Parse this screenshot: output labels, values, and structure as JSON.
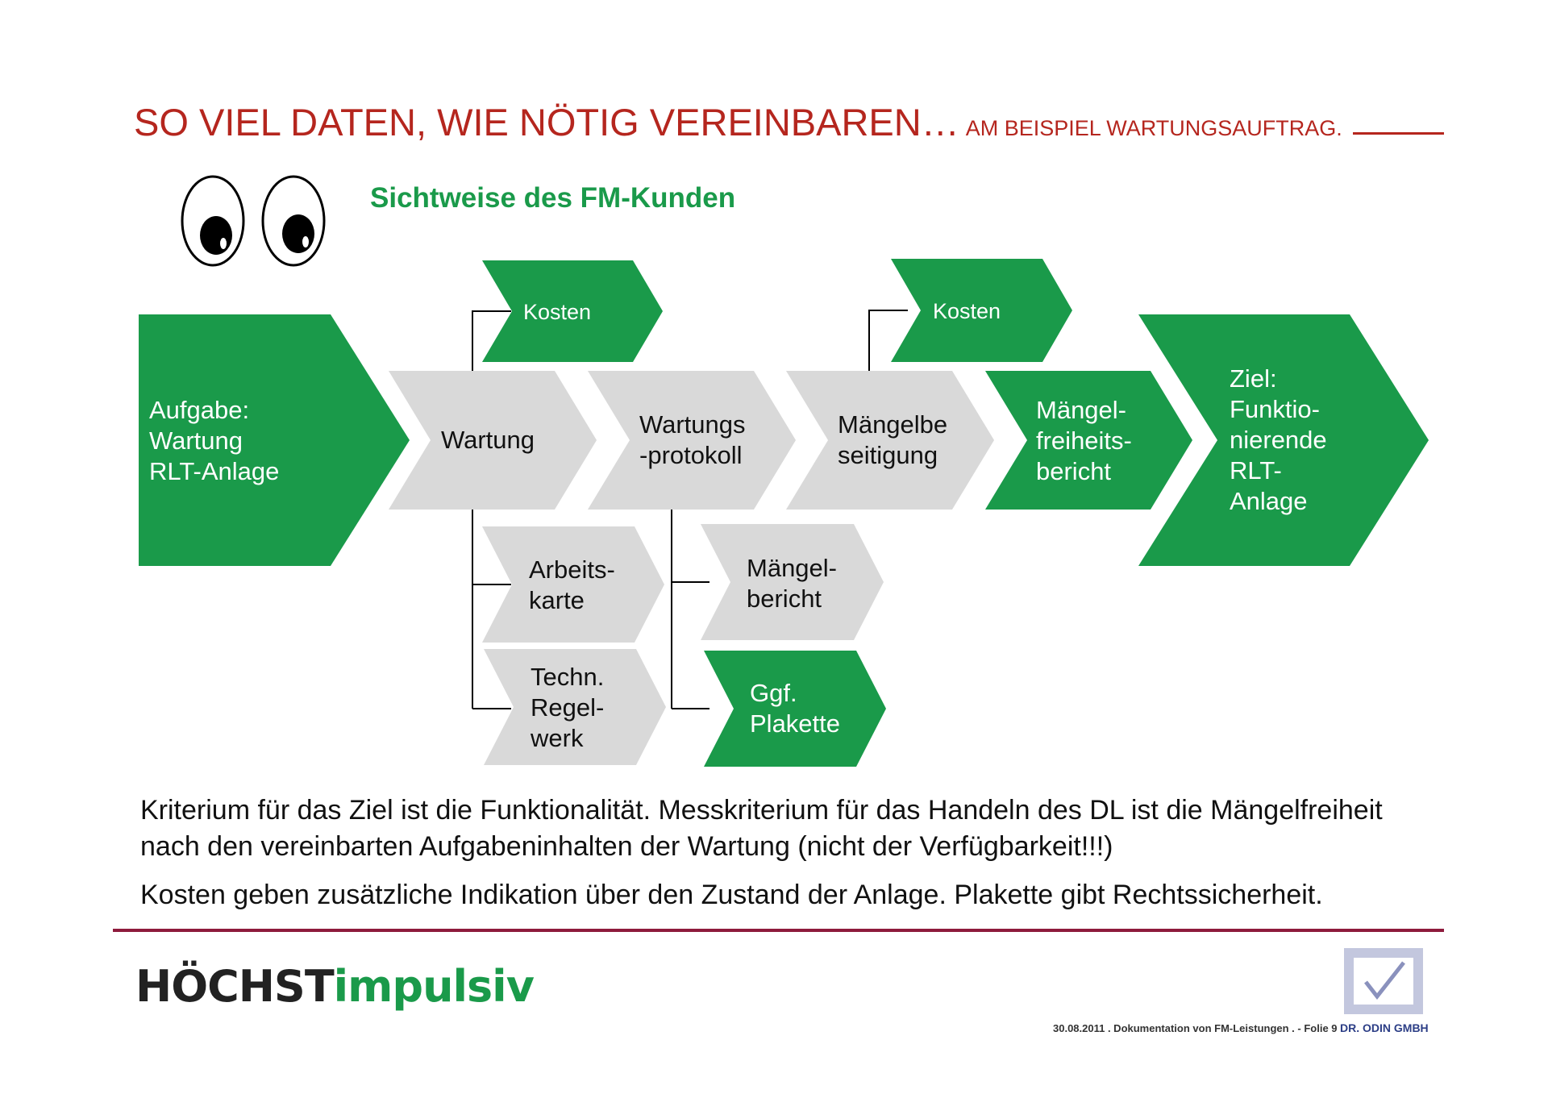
{
  "title": {
    "main": "SO VIEL DATEN, WIE NÖTIG VEREINBAREN…",
    "sub": "AM BEISPIEL WARTUNGSAUFTRAG."
  },
  "subtitle": "Sichtweise des FM-Kunden",
  "diagram": {
    "aufgabe": "Aufgabe:\nWartung\nRLT-Anlage",
    "wartung": "Wartung",
    "protokoll": "Wartungs\n-protokoll",
    "maengelbeseitigung": "Mängelbe\nseitigung",
    "maengelfreiheitsbericht": "Mängel-\nfreiheits-\nbericht",
    "ziel": "Ziel:\nFunktio-\nnierende\nRLT-\nAnlage",
    "kosten_1": "Kosten",
    "kosten_2": "Kosten",
    "arbeitskarte": "Arbeits-\nkarte",
    "regelwerk": "Techn.\nRegel-\nwerk",
    "maengelbericht": "Mängel-\nbericht",
    "plakette": "Ggf.\nPlakette"
  },
  "text": {
    "para1": "Kriterium für das Ziel ist die Funktionalität. Messkriterium für das Handeln des DL ist die Mängelfreiheit nach den vereinbarten Aufgabeninhalten der Wartung (nicht der Verfügbarkeit!!!)",
    "para2": "Kosten geben zusätzliche Indikation über den Zustand der Anlage. Plakette gibt Rechtssicherheit."
  },
  "footer": {
    "brand_dark": "HÖCHST",
    "brand_green": "impulsiv",
    "text": "30.08.2011 . Dokumentation von FM-Leistungen  . -  Folie 9",
    "company": "DR. ODIN GMBH"
  },
  "colors": {
    "green": "#1a9a4a",
    "gray": "#d9d9d9",
    "title_red": "#b5261e",
    "divider": "#8e1b3c"
  }
}
